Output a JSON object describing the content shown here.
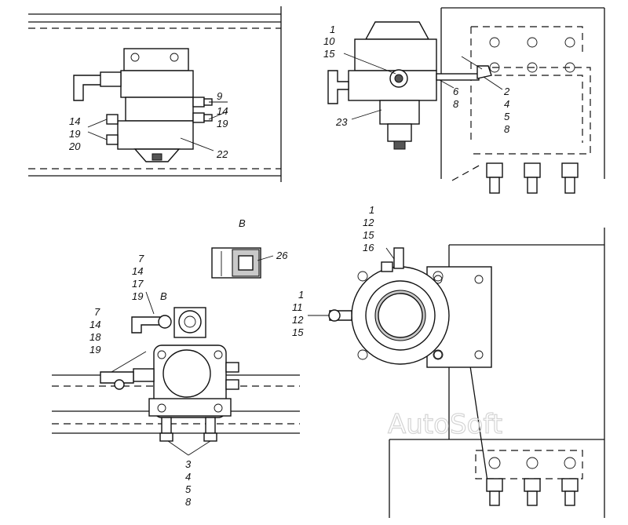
{
  "watermark": "AutoSoft",
  "views": {
    "top_left": {
      "labels": [
        "9",
        "14",
        "19",
        "14",
        "19",
        "20",
        "22"
      ]
    },
    "top_right": {
      "labels": [
        "1",
        "10",
        "15",
        "23",
        "6",
        "8",
        "2",
        "4",
        "5",
        "8"
      ]
    },
    "bottom_left": {
      "detail_title": "В",
      "detail_label": "26",
      "labels": [
        "7",
        "14",
        "17",
        "19",
        "В",
        "7",
        "14",
        "18",
        "19",
        "3",
        "4",
        "5",
        "8"
      ]
    },
    "bottom_right": {
      "labels": [
        "1",
        "12",
        "15",
        "16",
        "1",
        "11",
        "12",
        "15"
      ]
    }
  }
}
